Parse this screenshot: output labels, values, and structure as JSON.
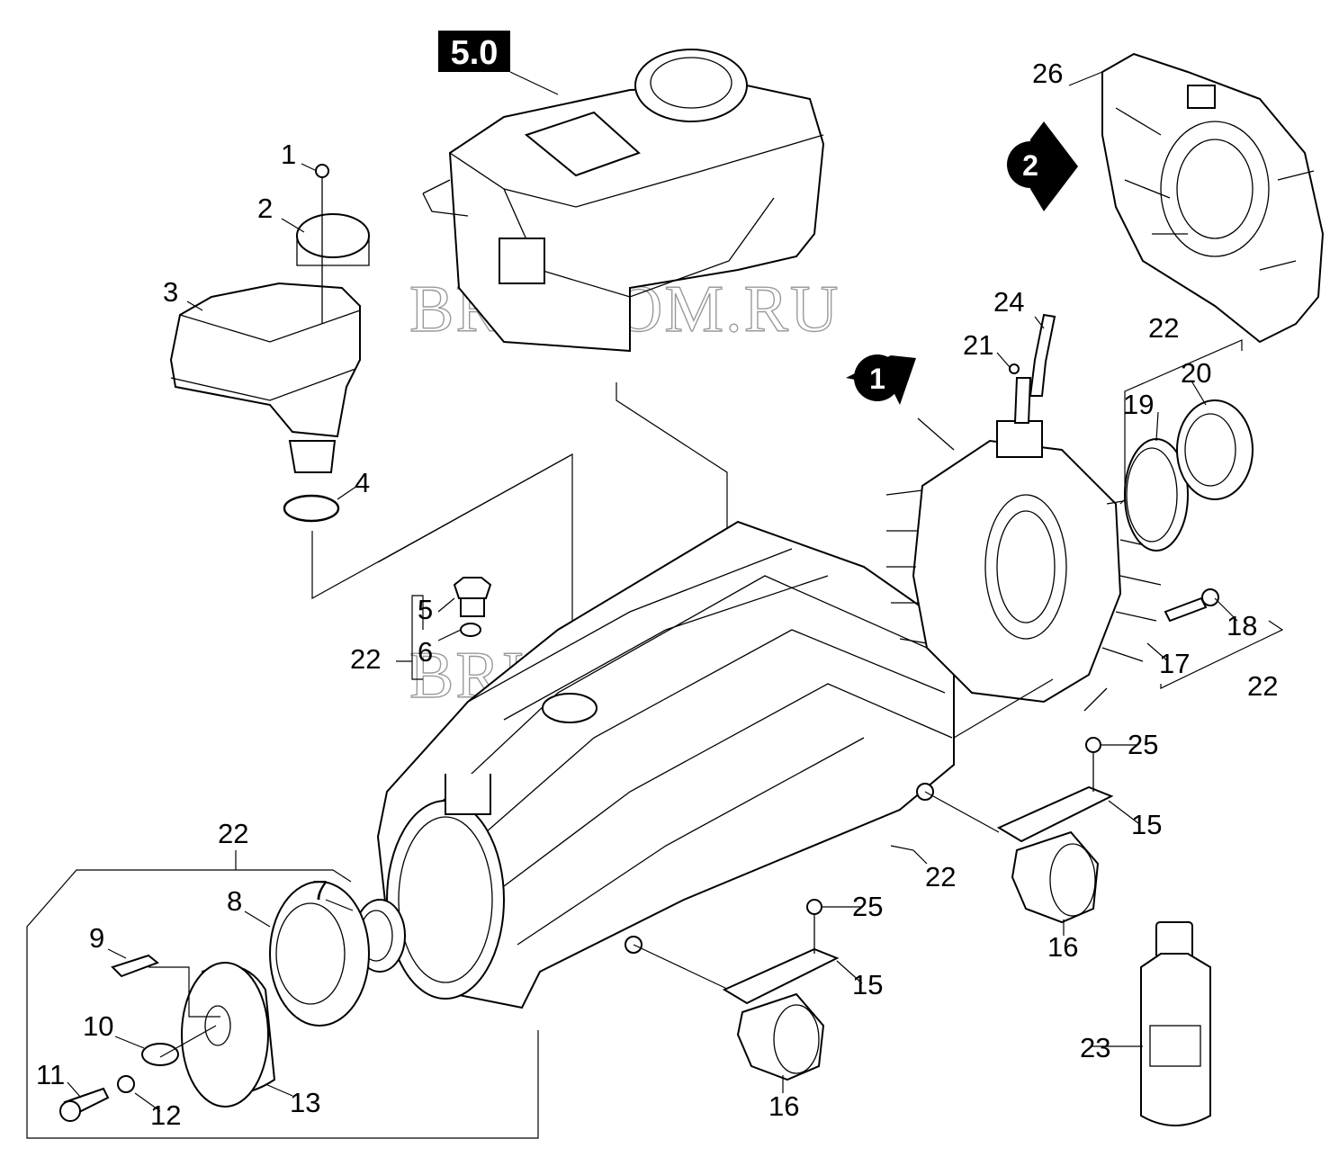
{
  "section_badge": "5.0",
  "watermark": "BRIZCOM.RU",
  "view_markers": [
    "1",
    "2"
  ],
  "part_labels": [
    "1",
    "2",
    "3",
    "4",
    "5",
    "6",
    "22",
    "26",
    "24",
    "21",
    "22",
    "20",
    "19",
    "18",
    "17",
    "22",
    "25",
    "15",
    "22",
    "16",
    "25",
    "15",
    "16",
    "23",
    "22",
    "8",
    "7",
    "9",
    "10",
    "11",
    "12",
    "13"
  ]
}
